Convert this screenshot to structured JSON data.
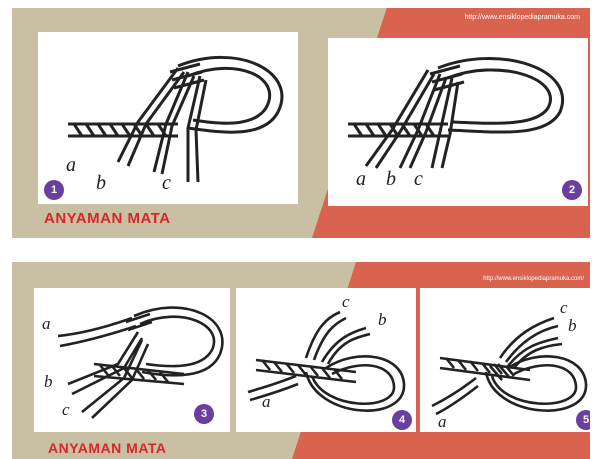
{
  "top": {
    "url": "http://www.ensiklopediapramuka.com",
    "title": "ANYAMAN MATA",
    "steps": [
      {
        "badge": "1",
        "labels": [
          "a",
          "b",
          "c"
        ]
      },
      {
        "badge": "2",
        "labels": [
          "a",
          "b",
          "c"
        ]
      }
    ]
  },
  "bottom": {
    "url": "http://www.ensiklopediapramuka.com/",
    "title": "ANYAMAN MATA",
    "steps": [
      {
        "badge": "3",
        "labels": [
          "a",
          "b",
          "c"
        ]
      },
      {
        "badge": "4",
        "labels": [
          "c",
          "b",
          "a"
        ]
      },
      {
        "badge": "5",
        "labels": [
          "c",
          "b",
          "a"
        ]
      }
    ]
  },
  "colors": {
    "frame_bg": "#c9c0a3",
    "stripe": "#d9634f",
    "title": "#d9252a",
    "badge": "#6b3f9e"
  }
}
